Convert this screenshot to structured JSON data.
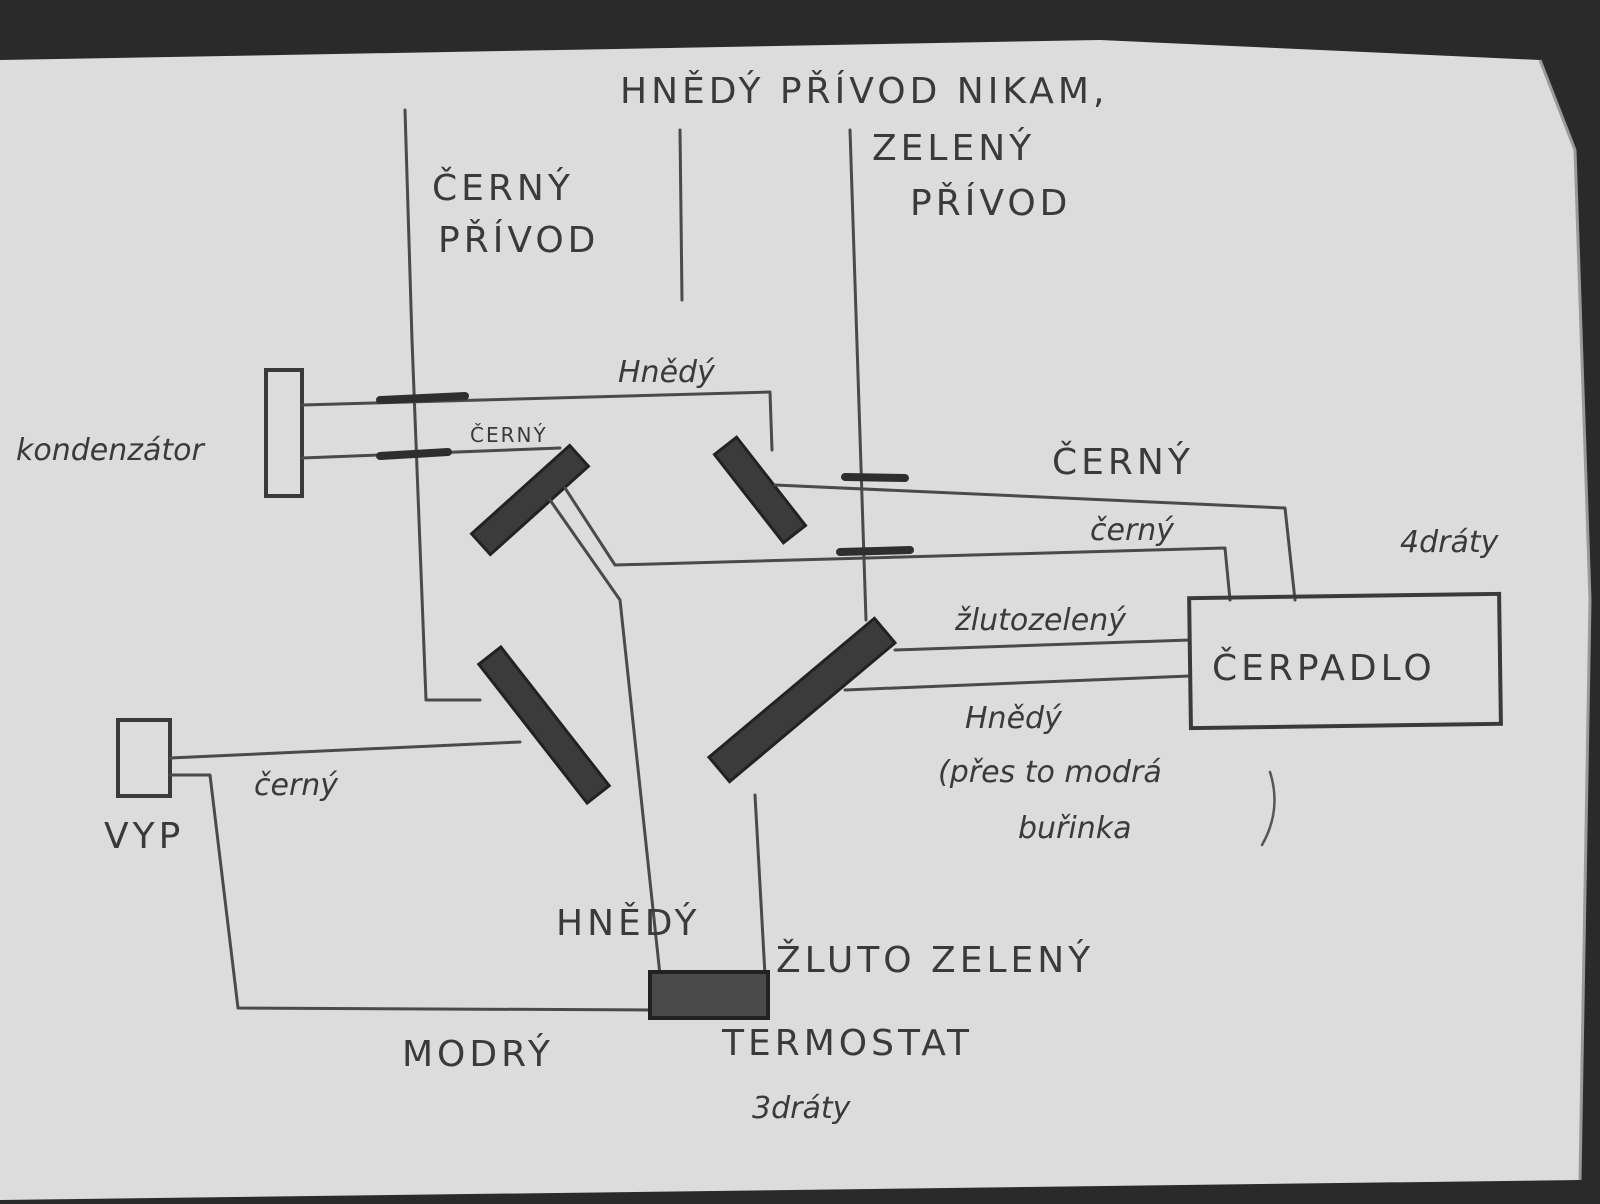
{
  "diagram": {
    "labels": {
      "hnedy_privod_nikam": "HNĚDÝ PŘÍVOD NIKAM,",
      "cerny_privod_1": "ČERNÝ",
      "cerny_privod_2": "PŘÍVOD",
      "zeleny_privod_1": "ZELENÝ",
      "zeleny_privod_2": "PŘÍVOD",
      "hnedy_top": "Hnědý",
      "cerny_small": "ČERNÝ",
      "kondenzator": "kondenzátor",
      "cerny_right": "ČERNÝ",
      "cerny_right2": "černý",
      "ctyri_draty": "4dráty",
      "zlutozeleny": "žlutozelený",
      "cerpadlo": "ČERPADLO",
      "hnedy_cerpadlo": "Hnědý",
      "pres_to_1": "(přes to modrá",
      "pres_to_2": "buřinka",
      "vyp": "VYP",
      "cerny_vyp": "černý",
      "hnedy_bottom": "HNĚDÝ",
      "zluto_zeleny_caps": "ŽLUTO ZELENÝ",
      "modry": "MODRÝ",
      "termostat": "TERMOSTAT",
      "tri_draty": "3dráty"
    },
    "components": [
      "kondenzátor",
      "ČERPADLO",
      "VYP",
      "TERMOSTAT"
    ]
  }
}
